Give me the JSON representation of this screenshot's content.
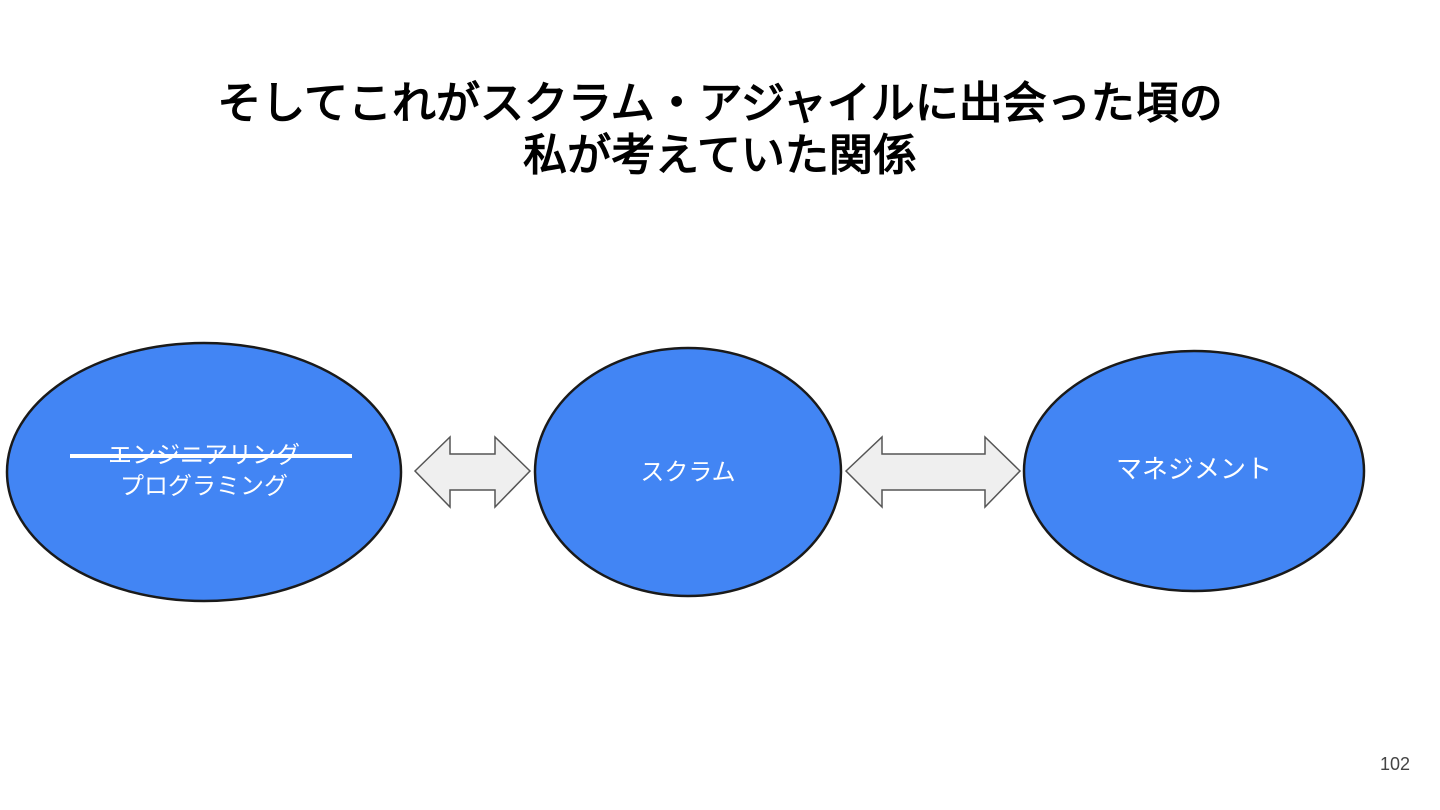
{
  "slide": {
    "title_line1": "そしてこれがスクラム・アジャイルに出会った頃の",
    "title_line2": "私が考えていた関係",
    "page_number": "102"
  },
  "diagram": {
    "nodes": [
      {
        "id": "programming",
        "label_struck": "エンジニアリング",
        "label": "プログラミング"
      },
      {
        "id": "scrum",
        "label": "スクラム"
      },
      {
        "id": "management",
        "label": "マネジメント"
      }
    ],
    "connectors": [
      {
        "from": "programming",
        "to": "scrum",
        "type": "double-arrow"
      },
      {
        "from": "scrum",
        "to": "management",
        "type": "double-arrow"
      }
    ]
  },
  "colors": {
    "node_fill": "#4285f4",
    "node_stroke": "#1a1a1a",
    "arrow_fill": "#efefef",
    "arrow_stroke": "#555555",
    "label_color": "#ffffff"
  }
}
